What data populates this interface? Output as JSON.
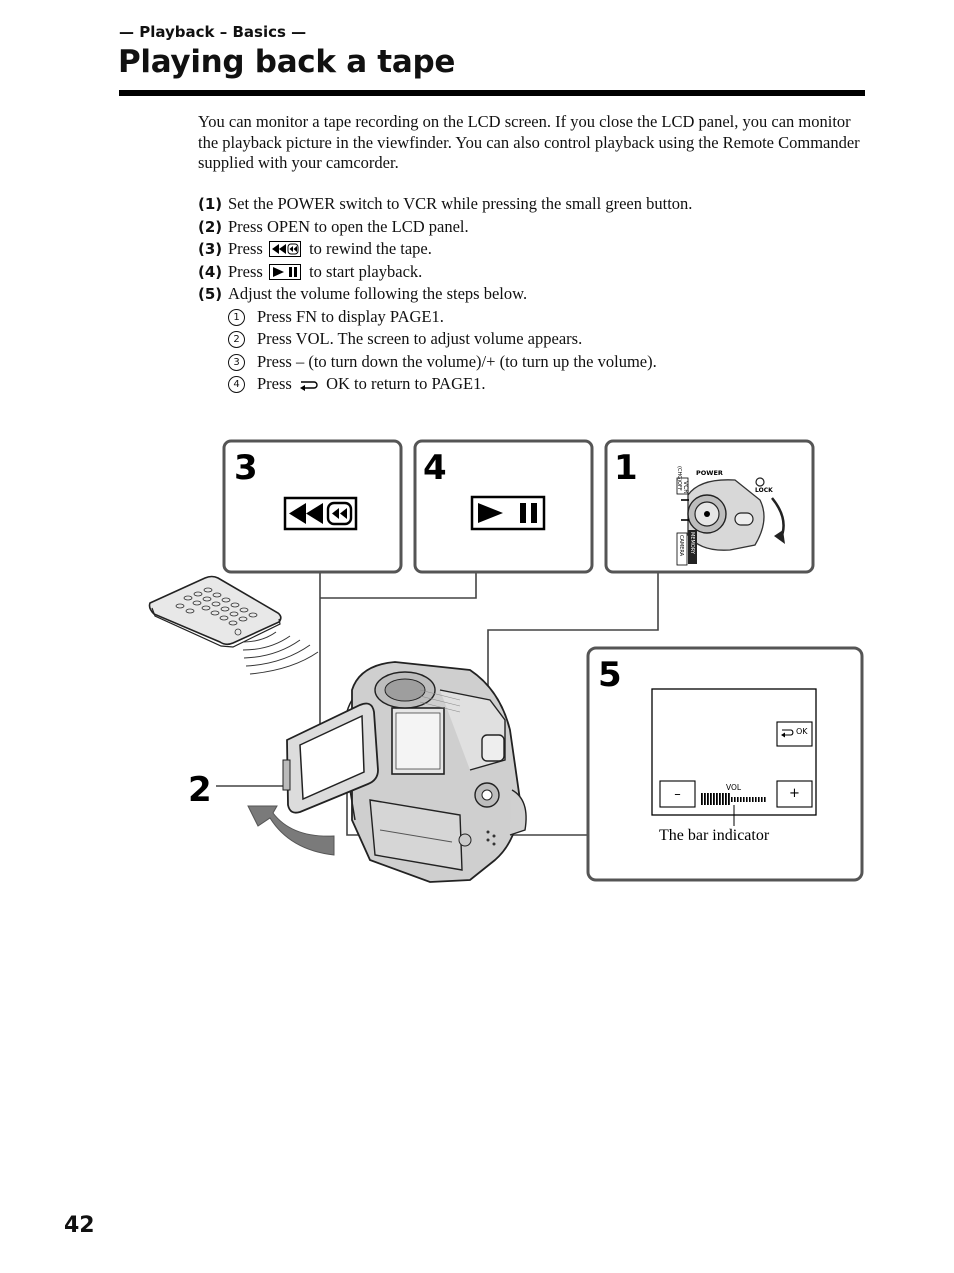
{
  "header": {
    "section": "— Playback – Basics —",
    "title": "Playing back a tape"
  },
  "intro": "You can monitor a tape recording on the LCD screen. If you close the LCD panel, you can monitor the playback picture in the viewfinder. You can also control playback using the Remote Commander supplied with your camcorder.",
  "steps": [
    {
      "num": "(1)",
      "text": "Set the POWER switch to VCR while pressing the small green button."
    },
    {
      "num": "(2)",
      "text": "Press OPEN to open the LCD panel."
    },
    {
      "num": "(3)",
      "before": "Press",
      "after": "to rewind the tape.",
      "icon": "rewind-icon"
    },
    {
      "num": "(4)",
      "before": "Press",
      "after": "to start playback.",
      "icon": "play-pause-icon"
    },
    {
      "num": "(5)",
      "text": "Adjust the volume following the steps below."
    }
  ],
  "substeps": [
    {
      "num": "1",
      "text": "Press FN to display PAGE1."
    },
    {
      "num": "2",
      "text": "Press VOL. The screen to adjust volume appears."
    },
    {
      "num": "3",
      "text": "Press – (to turn down the volume)/+ (to turn up the volume)."
    },
    {
      "num": "4",
      "before": "Press",
      "after": "OK to return to PAGE1.",
      "icon": "return-icon"
    }
  ],
  "figure": {
    "panel3_label": "3",
    "panel4_label": "4",
    "panel1_label": "1",
    "panel5_label": "5",
    "callout2_label": "2",
    "power_label": "POWER",
    "lock_label": "LOCK",
    "vcr_label": "VCR",
    "chg_label": "(CHG)OFF",
    "memory_label": "MEMORY",
    "camera_label": "CAMERA",
    "ok_label": "OK",
    "minus_label": "–",
    "plus_label": "+",
    "vol_label": "VOL",
    "bar_caption": "The bar indicator",
    "volume_level": 0.45
  },
  "page_number": "42"
}
